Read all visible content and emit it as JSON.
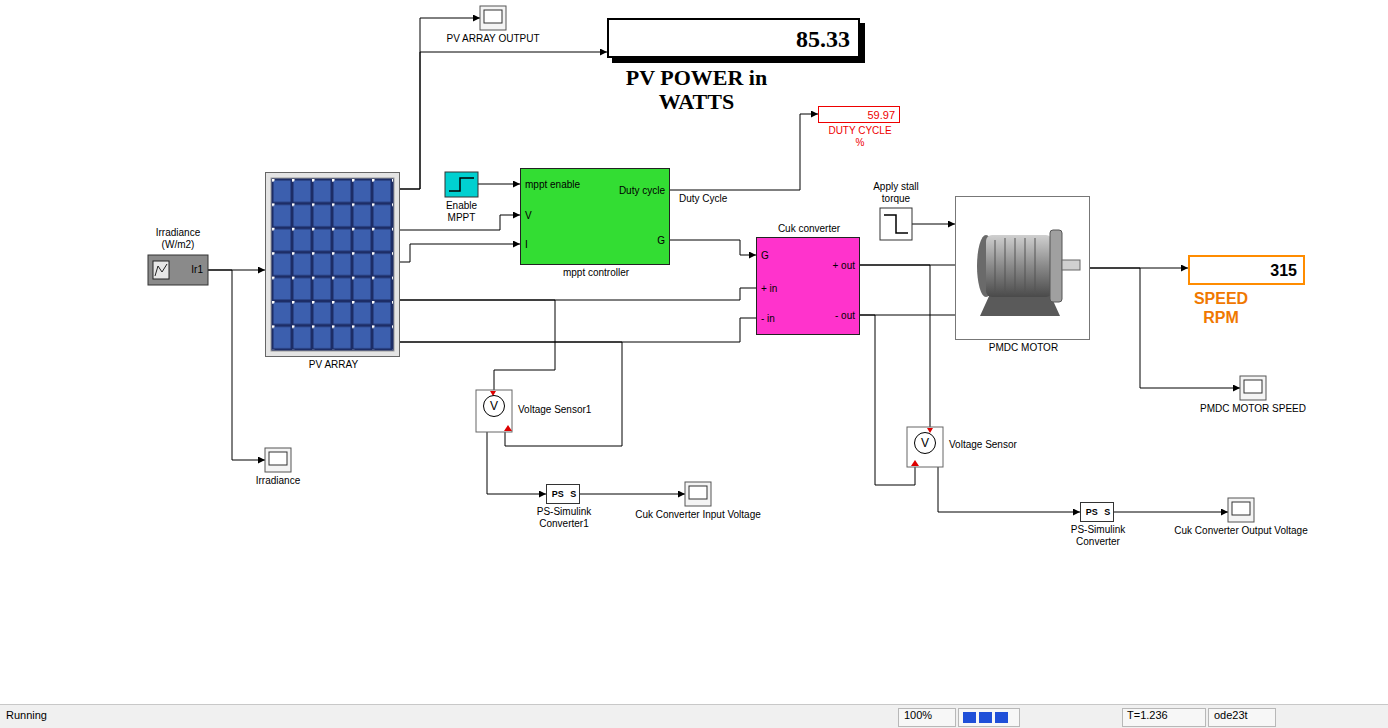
{
  "diagram": {
    "nodes": [
      {
        "text": [
          "Irradiance (W/m2)",
          "Ir1"
        ]
      },
      {
        "text": [
          "Irradiance"
        ]
      },
      {
        "text": [
          "PV ARRAY"
        ]
      },
      {
        "text": [
          "PV ARRAY OUTPUT"
        ]
      },
      {
        "text": [
          "85.33",
          "PV POWER in WATTS"
        ]
      },
      {
        "text": [
          "Enable MPPT"
        ]
      },
      {
        "text": [
          "mppt enable",
          "V",
          "I",
          "Duty cycle",
          "G",
          "mppt controller"
        ]
      },
      {
        "text": [
          "59.97",
          "DUTY CYCLE %"
        ]
      },
      {
        "text": [
          "Cuk converter",
          "G",
          "+ in",
          "- in",
          "+ out",
          "- out"
        ]
      },
      {
        "text": [
          "Apply stall torque"
        ]
      },
      {
        "text": [
          "PMDC MOTOR"
        ]
      },
      {
        "text": [
          "315",
          "SPEED RPM"
        ]
      },
      {
        "text": [
          "PMDC MOTOR SPEED"
        ]
      },
      {
        "text": [
          "V",
          "Voltage Sensor1"
        ]
      },
      {
        "text": [
          "PS S",
          "PS-Simulink Converter1"
        ]
      },
      {
        "text": [
          "Cuk Converter Input Voltage"
        ]
      },
      {
        "text": [
          "V",
          "Voltage Sensor"
        ]
      },
      {
        "text": [
          "PS S",
          "PS-Simulink Converter"
        ]
      },
      {
        "text": [
          "Cuk Converter Output Voltage"
        ]
      }
    ],
    "edges": [
      {
        "from": 0,
        "to": 2,
        "arrow": "to"
      },
      {
        "from": 0,
        "to": 1,
        "arrow": "to"
      },
      {
        "from": 2,
        "to": 3,
        "arrow": "to"
      },
      {
        "from": 2,
        "to": 4,
        "arrow": "to"
      },
      {
        "from": 5,
        "to": 6,
        "arrow": "to"
      },
      {
        "from": 2,
        "to": 6,
        "arrow": "to"
      },
      {
        "from": 2,
        "to": 6,
        "arrow": "to"
      },
      {
        "from": 6,
        "to": 7,
        "arrow": "to",
        "label": "Duty Cycle"
      },
      {
        "from": 6,
        "to": 8,
        "arrow": "to"
      },
      {
        "from": 2,
        "to": 8,
        "arrow": "none"
      },
      {
        "from": 2,
        "to": 8,
        "arrow": "none"
      },
      {
        "from": 2,
        "to": 13,
        "arrow": "none"
      },
      {
        "from": 2,
        "to": 13,
        "arrow": "none"
      },
      {
        "from": 13,
        "to": 14,
        "arrow": "to"
      },
      {
        "from": 14,
        "to": 15,
        "arrow": "to"
      },
      {
        "from": 9,
        "to": 10,
        "arrow": "to"
      },
      {
        "from": 8,
        "to": 10,
        "arrow": "none"
      },
      {
        "from": 8,
        "to": 10,
        "arrow": "none"
      },
      {
        "from": 8,
        "to": 16,
        "arrow": "none"
      },
      {
        "from": 8,
        "to": 16,
        "arrow": "none"
      },
      {
        "from": 16,
        "to": 17,
        "arrow": "to"
      },
      {
        "from": 17,
        "to": 18,
        "arrow": "to"
      },
      {
        "from": 10,
        "to": 11,
        "arrow": "to"
      },
      {
        "from": 10,
        "to": 12,
        "arrow": "to"
      }
    ],
    "labels": [
      "Running",
      "100%",
      "T=1.236",
      "ode23t"
    ]
  }
}
